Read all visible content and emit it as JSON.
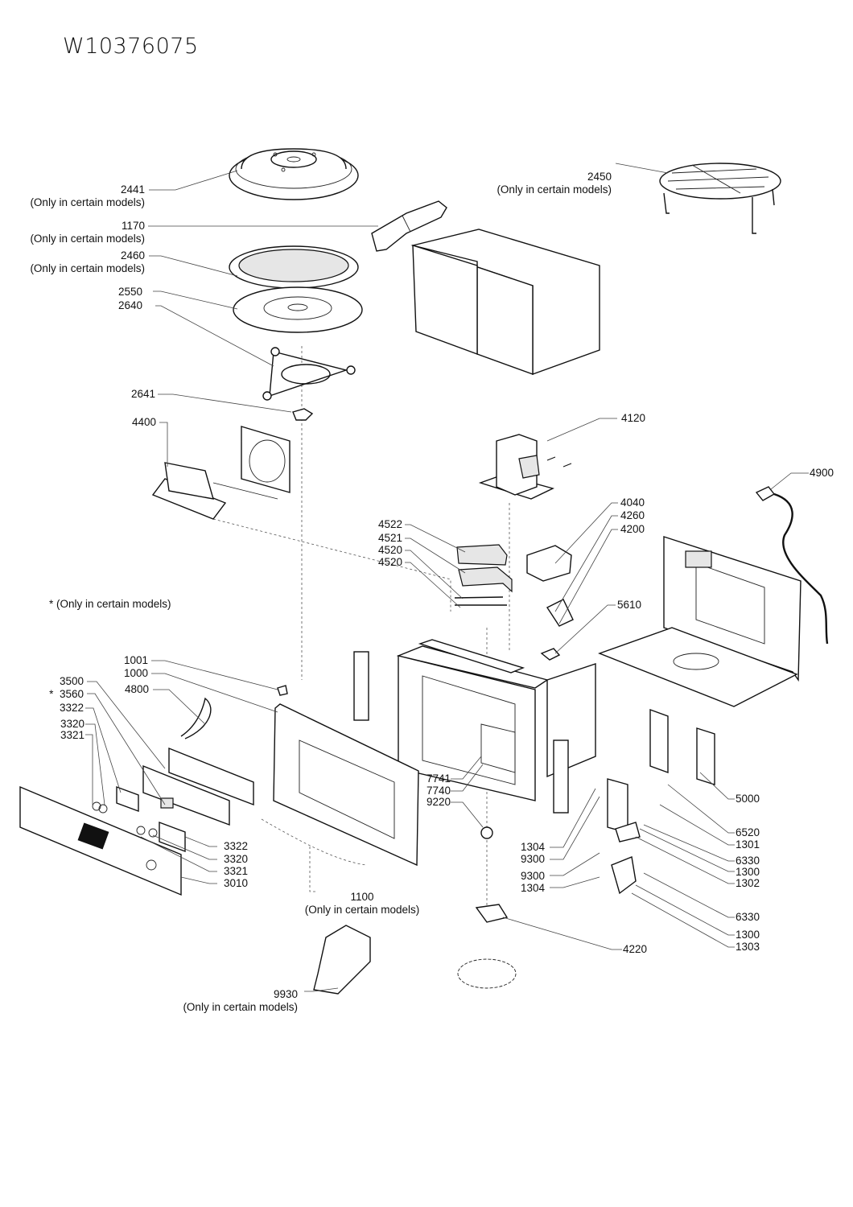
{
  "title": "W10376075",
  "footnote": "* (Only in certain models)",
  "callouts": {
    "c2441": {
      "part": "2441",
      "note": "(Only in certain models)"
    },
    "c1170": {
      "part": "1170",
      "note": "(Only in certain models)"
    },
    "c2460": {
      "part": "2460",
      "note": "(Only in certain models)"
    },
    "c2550": {
      "part": "2550"
    },
    "c2640": {
      "part": "2640"
    },
    "c2450": {
      "part": "2450",
      "note": "(Only in certain models)"
    },
    "c2641": {
      "part": "2641"
    },
    "c4400": {
      "part": "4400"
    },
    "c4120": {
      "part": "4120"
    },
    "c4900": {
      "part": "4900"
    },
    "c4522": {
      "part": "4522"
    },
    "c4521": {
      "part": "4521"
    },
    "c4520a": {
      "part": "4520"
    },
    "c4520b": {
      "part": "4520"
    },
    "c4040": {
      "part": "4040"
    },
    "c4260": {
      "part": "4260"
    },
    "c4200": {
      "part": "4200"
    },
    "c5610": {
      "part": "5610"
    },
    "c1001": {
      "part": "1001"
    },
    "c1000": {
      "part": "1000"
    },
    "c4800": {
      "part": "4800"
    },
    "c3500": {
      "part": "3500"
    },
    "c3560": {
      "part": "3560",
      "marker": "*"
    },
    "c3322a": {
      "part": "3322"
    },
    "c3320a": {
      "part": "3320"
    },
    "c3321a": {
      "part": "3321"
    },
    "c3322b": {
      "part": "3322"
    },
    "c3320b": {
      "part": "3320"
    },
    "c3321b": {
      "part": "3321"
    },
    "c3010": {
      "part": "3010"
    },
    "c1100": {
      "part": "1100",
      "note": "(Only in certain models)"
    },
    "c7741": {
      "part": "7741"
    },
    "c7740": {
      "part": "7740"
    },
    "c9220": {
      "part": "9220"
    },
    "c1304a": {
      "part": "1304"
    },
    "c9300a": {
      "part": "9300"
    },
    "c9300b": {
      "part": "9300"
    },
    "c1304b": {
      "part": "1304"
    },
    "c5000": {
      "part": "5000"
    },
    "c6520": {
      "part": "6520"
    },
    "c1301": {
      "part": "1301"
    },
    "c6330a": {
      "part": "6330"
    },
    "c1300a": {
      "part": "1300"
    },
    "c1302": {
      "part": "1302"
    },
    "c6330b": {
      "part": "6330"
    },
    "c1300b": {
      "part": "1300"
    },
    "c1303": {
      "part": "1303"
    },
    "c4220": {
      "part": "4220"
    },
    "c9930": {
      "part": "9930",
      "note": "(Only in certain models)"
    }
  }
}
